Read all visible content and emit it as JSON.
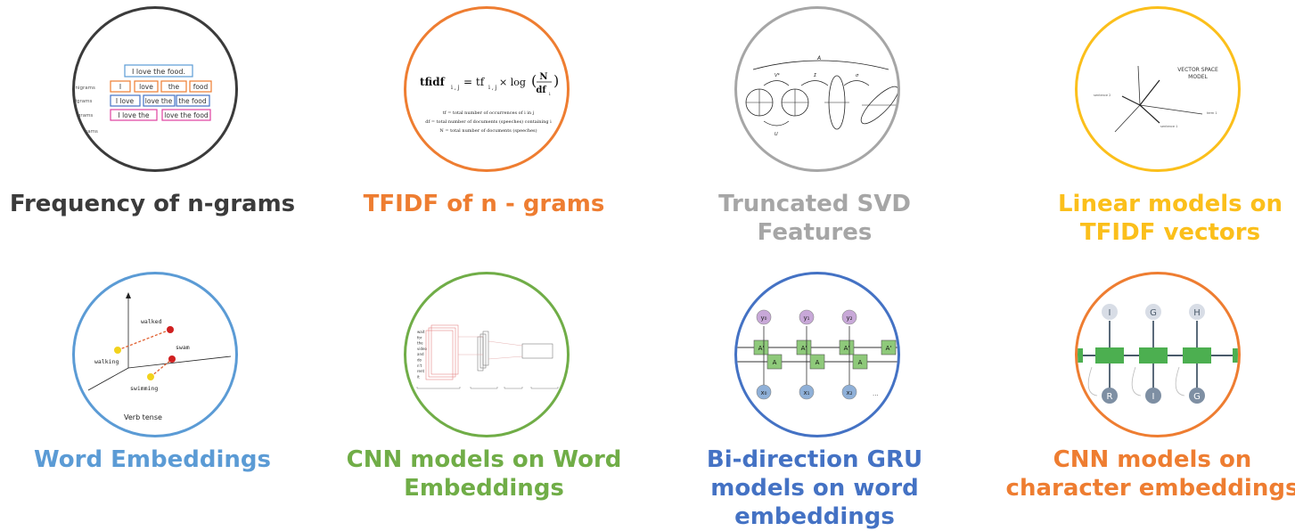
{
  "items": [
    {
      "title": "Frequency of n-grams",
      "color": "#3b3b3b",
      "illustration": {
        "top_box": "I love the food.",
        "row_labels": [
          "unigrams",
          "bigrams",
          "trigrams",
          "n-grams"
        ],
        "unigrams": [
          "I",
          "love",
          "the",
          "food"
        ],
        "bigrams": [
          "I love",
          "love the",
          "the food"
        ],
        "trigrams": [
          "I love the",
          "love the food"
        ]
      }
    },
    {
      "title": "TFIDF of n - grams",
      "color": "#ee7d31",
      "illustration": {
        "formula_lhs": "tfidf",
        "formula_sub": "i , j",
        "formula_eq": "= tf",
        "formula_sub2": "i , j",
        "formula_times": "× log",
        "frac_num": "N",
        "frac_den": "df",
        "frac_den_sub": "i",
        "def1": "tf  =  total number of occurrences of i in j",
        "def2": "df  =  total number of documents (speeches) containing i",
        "def3": "N  =  total number of documents (speeches)"
      }
    },
    {
      "title": "Truncated SVD Features",
      "color": "#a6a6a6",
      "illustration": {
        "top_label": "A",
        "labels": [
          "V*",
          "Σ",
          "U",
          "σ"
        ]
      }
    },
    {
      "title": "Linear models on TFIDF vectors",
      "color": "#fbbf1b",
      "illustration": {
        "heading_line1": "VECTOR SPACE",
        "heading_line2": "MODEL",
        "axis_labels": [
          "sentence 2",
          "sentence 1",
          "term 1"
        ]
      }
    },
    {
      "title": "Word Embeddings",
      "color": "#5b9bd5",
      "illustration": {
        "words": [
          "walked",
          "walking",
          "swam",
          "swimming"
        ],
        "caption": "Verb tense"
      }
    },
    {
      "title": "CNN models on Word Embeddings",
      "color": "#70ad47",
      "illustration": {
        "words": [
          "wait",
          "for",
          "the",
          "video",
          "and",
          "do",
          "n't",
          "rent",
          "it"
        ]
      }
    },
    {
      "title": "Bi-direction GRU models on word embeddings",
      "color": "#4472c4",
      "illustration": {
        "outputs": [
          "y₀",
          "y₁",
          "y₂"
        ],
        "inputs": [
          "x₀",
          "x₁",
          "x₂"
        ],
        "fwd": "A",
        "bwd": "A'",
        "ellipsis": "..."
      }
    },
    {
      "title": "CNN models on character embeddings",
      "color": "#ee7d31",
      "illustration": {
        "outputs": [
          "I",
          "G",
          "H"
        ],
        "inputs": [
          "R",
          "I",
          "G"
        ]
      }
    }
  ]
}
